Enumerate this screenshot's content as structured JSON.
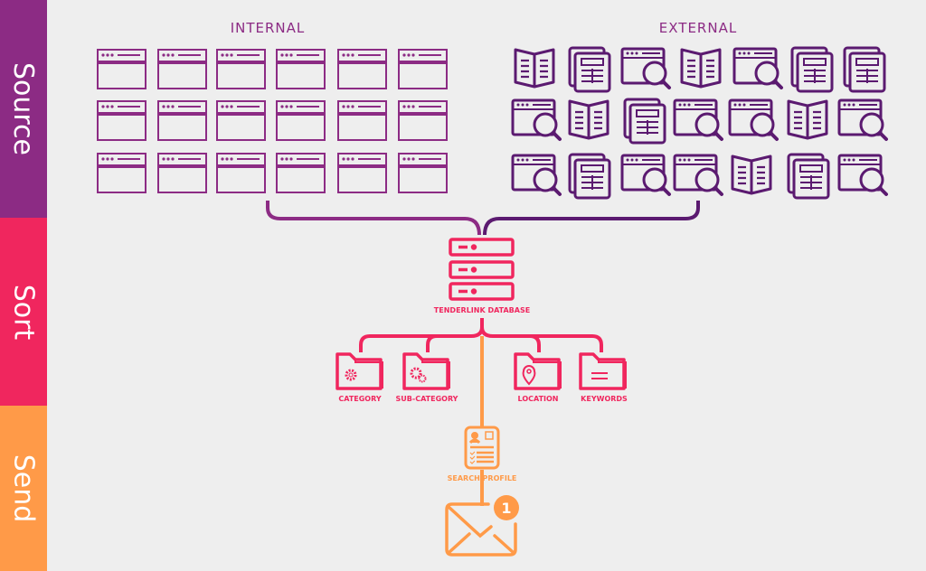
{
  "stages": [
    {
      "label": "Source",
      "color": "#8c2b84"
    },
    {
      "label": "Sort",
      "color": "#f0265e"
    },
    {
      "label": "Send",
      "color": "#ff9a48"
    }
  ],
  "source": {
    "internal_label": "INTERNAL",
    "external_label": "EXTERNAL",
    "internal_color": "#8c2b84",
    "external_color": "#5b1a70",
    "internal_icons": {
      "rows": 3,
      "cols": 6,
      "icon": "browser-window-icon"
    },
    "external_icons": [
      [
        "book",
        "newspaper",
        "browser-search",
        "book",
        "browser-search",
        "newspaper",
        "newspaper"
      ],
      [
        "browser-search",
        "book",
        "newspaper",
        "browser-search",
        "browser-search",
        "book",
        "browser-search"
      ],
      [
        "browser-search",
        "newspaper",
        "browser-search",
        "browser-search",
        "book",
        "newspaper",
        "browser-search"
      ]
    ]
  },
  "sort": {
    "database_label": "TENDERLINK DATABASE",
    "folders": [
      {
        "label": "CATEGORY",
        "icon": "gear"
      },
      {
        "label": "SUB-CATEGORY",
        "icon": "gears"
      },
      {
        "label": "LOCATION",
        "icon": "pin"
      },
      {
        "label": "KEYWORDS",
        "icon": "lines"
      }
    ]
  },
  "send": {
    "profile_label": "SEARCH PROFILE",
    "notification_count": "1"
  }
}
